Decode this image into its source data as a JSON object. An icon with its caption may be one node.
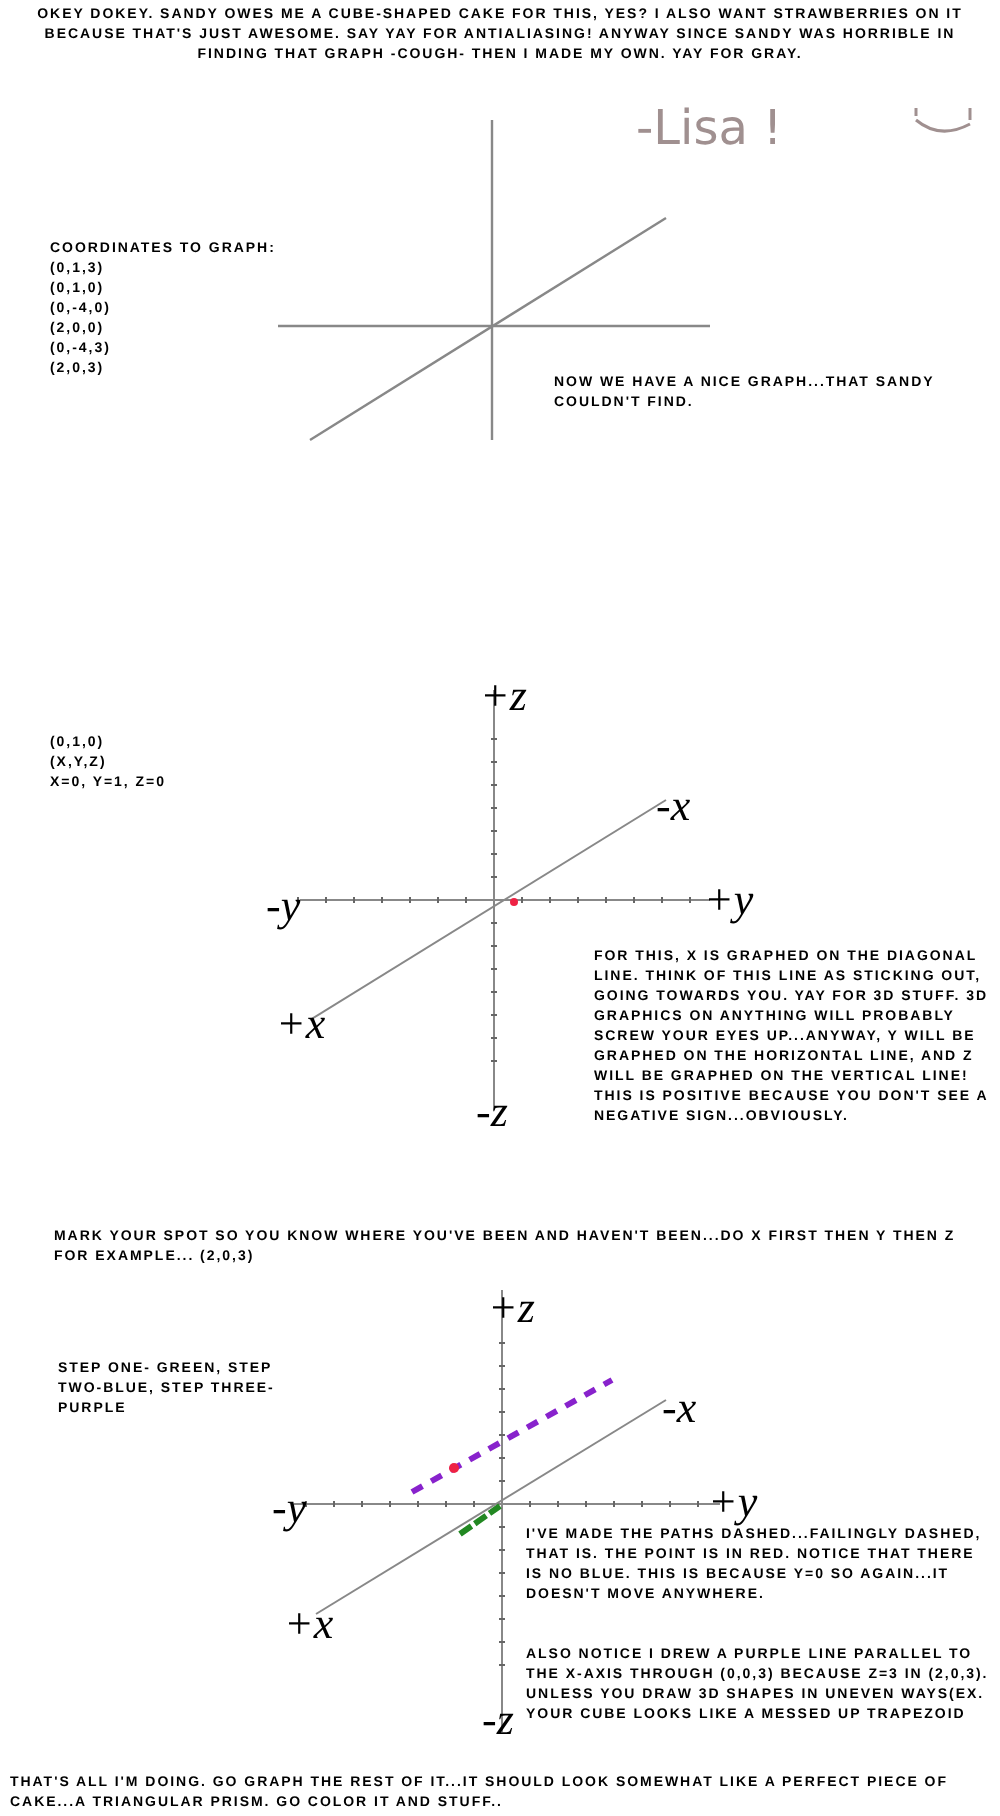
{
  "diagram": {
    "labels": [
      "OKEY DOKEY. SANDY OWES ME A CUBE-SHAPED CAKE FOR THIS, YES? I ALSO WANT STRAWBERRIES ON IT BECAUSE THAT'S JUST AWESOME. SAY YAY FOR ANTIALIASING! ANYWAY SINCE SANDY WAS HORRIBLE IN FINDING THAT GRAPH -COUGH- THEN I MADE MY OWN. YAY FOR GRAY.",
      "-Lisa !",
      "COORDINATES TO GRAPH:",
      "(0,1,3)",
      "(0,1,0)",
      "(0,-4,0)",
      "(2,0,0)",
      "(0,-4,3)",
      "(2,0,3)",
      "NOW WE HAVE A NICE GRAPH...THAT SANDY COULDN'T FIND.",
      "+z",
      "(0,1,0)",
      "(X,Y,Z)",
      "X=0, Y=1, Z=0",
      "-x",
      "-y",
      "+y",
      "FOR THIS, X IS GRAPHED ON THE DIAGONAL LINE. THINK OF THIS LINE AS STICKING OUT, GOING TOWARDS YOU. YAY FOR 3D STUFF. 3D GRAPHICS ON ANYTHING WILL PROBABLY SCREW YOUR EYES UP...ANYWAY, Y WILL BE GRAPHED ON THE HORIZONTAL LINE, AND Z WILL BE GRAPHED ON THE VERTICAL LINE! THIS IS POSITIVE BECAUSE YOU DON'T SEE A NEGATIVE SIGN...OBVIOUSLY.",
      "+x",
      "-z",
      "MARK YOUR SPOT SO YOU KNOW WHERE YOU'VE BEEN AND HAVEN'T BEEN...DO X FIRST THEN Y THEN Z FOR EXAMPLE... (2,0,3)",
      "+z",
      "STEP ONE- GREEN, STEP TWO-BLUE, STEP THREE- PURPLE",
      "-x",
      "-y",
      "+y",
      "I'VE MADE THE PATHS DASHED...FAILINGLY DASHED, THAT IS. THE POINT IS IN RED. NOTICE THAT THERE IS NO BLUE. THIS IS BECAUSE Y=0 SO AGAIN...IT DOESN'T MOVE ANYWHERE.",
      "+x",
      "ALSO NOTICE I DREW A PURPLE LINE PARALLEL TO THE X-AXIS THROUGH (0,0,3) BECAUSE Z=3 IN (2,0,3). UNLESS YOU DRAW 3D SHAPES IN UNEVEN WAYS(EX. YOUR CUBE LOOKS LIKE A MESSED UP TRAPEZOID",
      "-z",
      "THAT'S ALL I'M DOING. GO GRAPH THE REST OF IT...IT SHOULD LOOK SOMEWHAT LIKE A PERFECT PIECE OF CAKE...A TRIANGULAR PRISM. GO COLOR IT AND STUFF.."
    ]
  }
}
